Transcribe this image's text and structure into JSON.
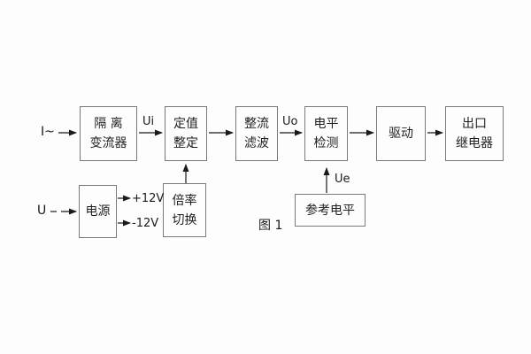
{
  "diagram": {
    "caption": "图 1",
    "boxes": {
      "isolation": {
        "line1": "隔 离",
        "line2": "变流器"
      },
      "setting": {
        "line1": "定值",
        "line2": "整定"
      },
      "rectifier": {
        "line1": "整流",
        "line2": "滤波"
      },
      "level": {
        "line1": "电平",
        "line2": "检测"
      },
      "drive": {
        "line1": "驱动"
      },
      "relay": {
        "line1": "出口",
        "line2": "继电器"
      },
      "power": {
        "line1": "电源"
      },
      "ratio": {
        "line1": "倍率",
        "line2": "切换"
      },
      "reference": {
        "line1": "参考电平"
      }
    },
    "labels": {
      "input_current": "I~",
      "input_voltage": "U",
      "ui": "Ui",
      "uo": "Uo",
      "ue": "Ue",
      "plus12v": "+12V",
      "minus12v": "-12V"
    },
    "colors": {
      "background": "#fdfdfd",
      "box_border": "#7a7a7a",
      "wire": "#1a1a1a",
      "text": "#1f1f1f"
    }
  }
}
